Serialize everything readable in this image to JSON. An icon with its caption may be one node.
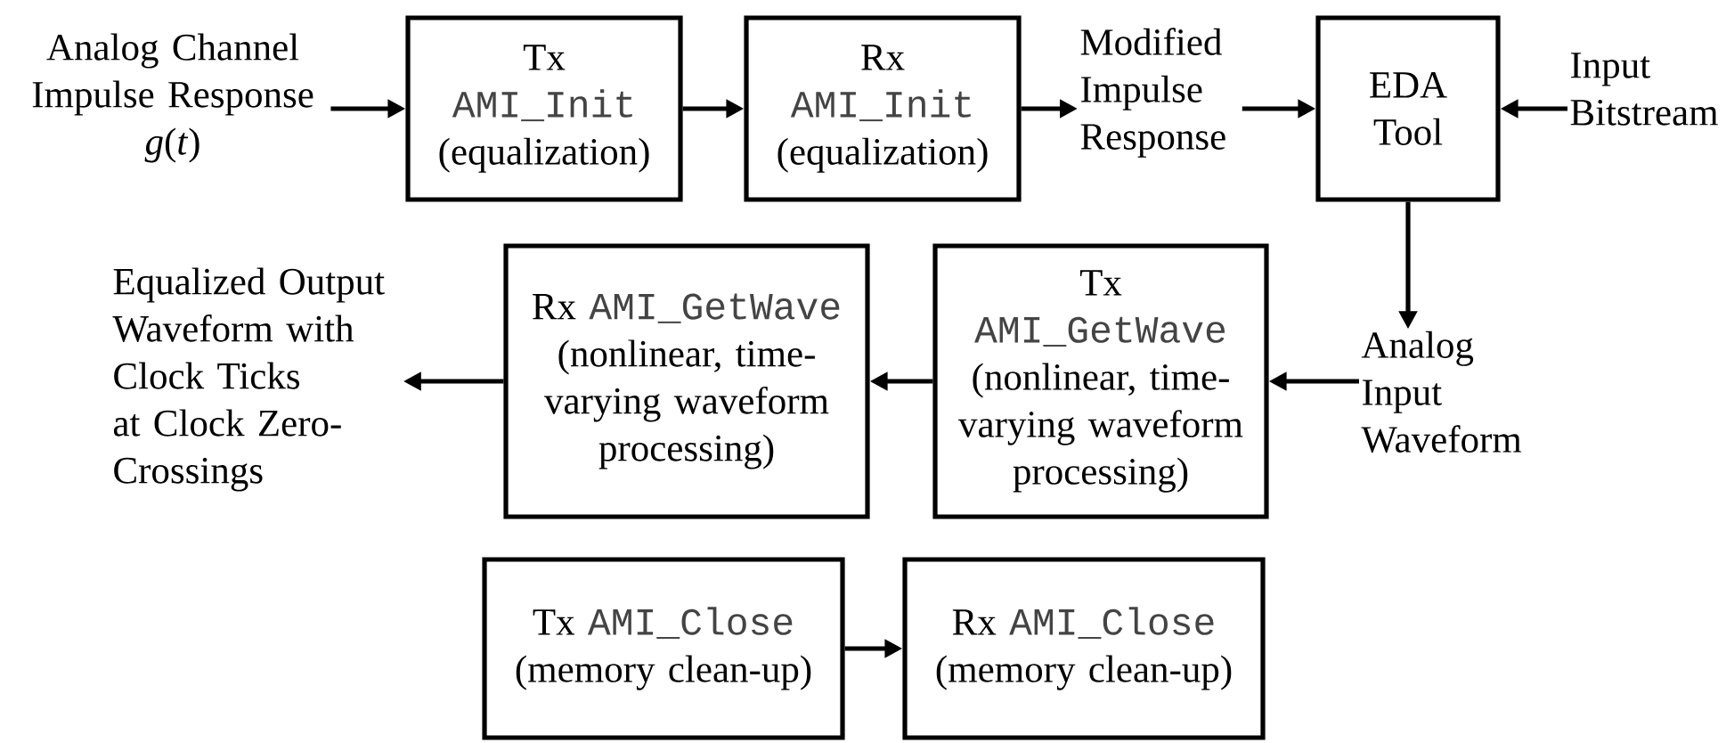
{
  "diagram": {
    "nodes": [
      {
        "text": [
          "Analog Channel Impulse Response",
          "*g*(*t*)"
        ]
      },
      {
        "text": [
          "Tx",
          "AMI_Init",
          "(equalization)"
        ]
      },
      {
        "text": [
          "Rx",
          "AMI_Init",
          "(equalization)"
        ]
      },
      {
        "text": [
          "Modified Impulse Response"
        ]
      },
      {
        "text": [
          "EDA Tool"
        ]
      },
      {
        "text": [
          "Input Bitstream"
        ]
      },
      {
        "text": [
          "Analog Input Waveform"
        ]
      },
      {
        "text": [
          "Tx",
          "AMI_GetWave",
          "(nonlinear, time-varying waveform processing)"
        ]
      },
      {
        "text": [
          "Rx",
          "AMI_GetWave",
          "(nonlinear, time-varying waveform processing)"
        ]
      },
      {
        "text": [
          "Equalized Output Waveform with Clock Ticks at Clock Zero-Crossings"
        ]
      },
      {
        "text": [
          "Tx",
          "AMI_Close",
          "(memory clean-up)"
        ]
      },
      {
        "text": [
          "Rx",
          "AMI_Close",
          "(memory clean-up)"
        ]
      }
    ],
    "edges": [
      {
        "from": 0,
        "to": 1,
        "arrow": "to"
      },
      {
        "from": 1,
        "to": 2,
        "arrow": "to"
      },
      {
        "from": 2,
        "to": 3,
        "arrow": "to"
      },
      {
        "from": 3,
        "to": 4,
        "arrow": "to"
      },
      {
        "from": 5,
        "to": 4,
        "arrow": "to"
      },
      {
        "from": 4,
        "to": 6,
        "arrow": "to"
      },
      {
        "from": 6,
        "to": 7,
        "arrow": "to"
      },
      {
        "from": 7,
        "to": 8,
        "arrow": "to"
      },
      {
        "from": 8,
        "to": 9,
        "arrow": "to"
      },
      {
        "from": 10,
        "to": 11,
        "arrow": "to"
      }
    ]
  }
}
